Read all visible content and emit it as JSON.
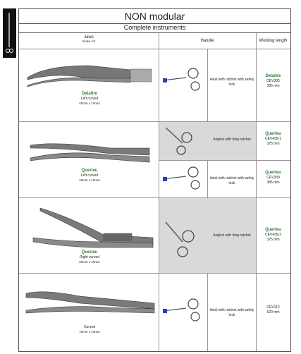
{
  "header": {
    "title": "NON modular",
    "subtitle": "Complete instruments"
  },
  "columns": {
    "jaws": "Jaws",
    "scale": "Scale 1/1",
    "handle": "Handle",
    "length": "Working length"
  },
  "rows": [
    {
      "name": "Delaitre",
      "jaw_desc": "Left curved",
      "jaw_size": "45mm x 10mm",
      "handle_desc": "Axial with ratchet with safety lock",
      "length_name": "Delaitre",
      "ref": "CEV305",
      "length": "385 mm"
    },
    {
      "name": "Querleu",
      "jaw_desc": "Left curved",
      "jaw_size": "45mm x 10mm",
      "handle_desc": "Angled with long ratchet",
      "length_name": "Querleu",
      "ref": "CEV439-1",
      "length": "375 mm"
    },
    {
      "handle_desc": "Axial with ratchet with safety lock",
      "length_name": "Querleu",
      "ref": "CEV339",
      "length": "385 mm"
    },
    {
      "name": "Querleu",
      "jaw_desc": "Right curved",
      "jaw_size": "45mm x 10mm",
      "handle_desc": "Angled with long ratchet",
      "length_name": "Querleu",
      "ref": "CEV439-2",
      "length": "375 mm"
    },
    {
      "name": "",
      "jaw_desc": "Curved",
      "jaw_size": "75mm x 10mm",
      "handle_desc": "Axial with ratchet with safety lock",
      "length_name": "",
      "ref": "CEV112",
      "length": "520 mm"
    }
  ],
  "colors": {
    "accent_green": "#2e7d32",
    "handle_bg": "#d9d9d9",
    "tab": "#111111"
  }
}
